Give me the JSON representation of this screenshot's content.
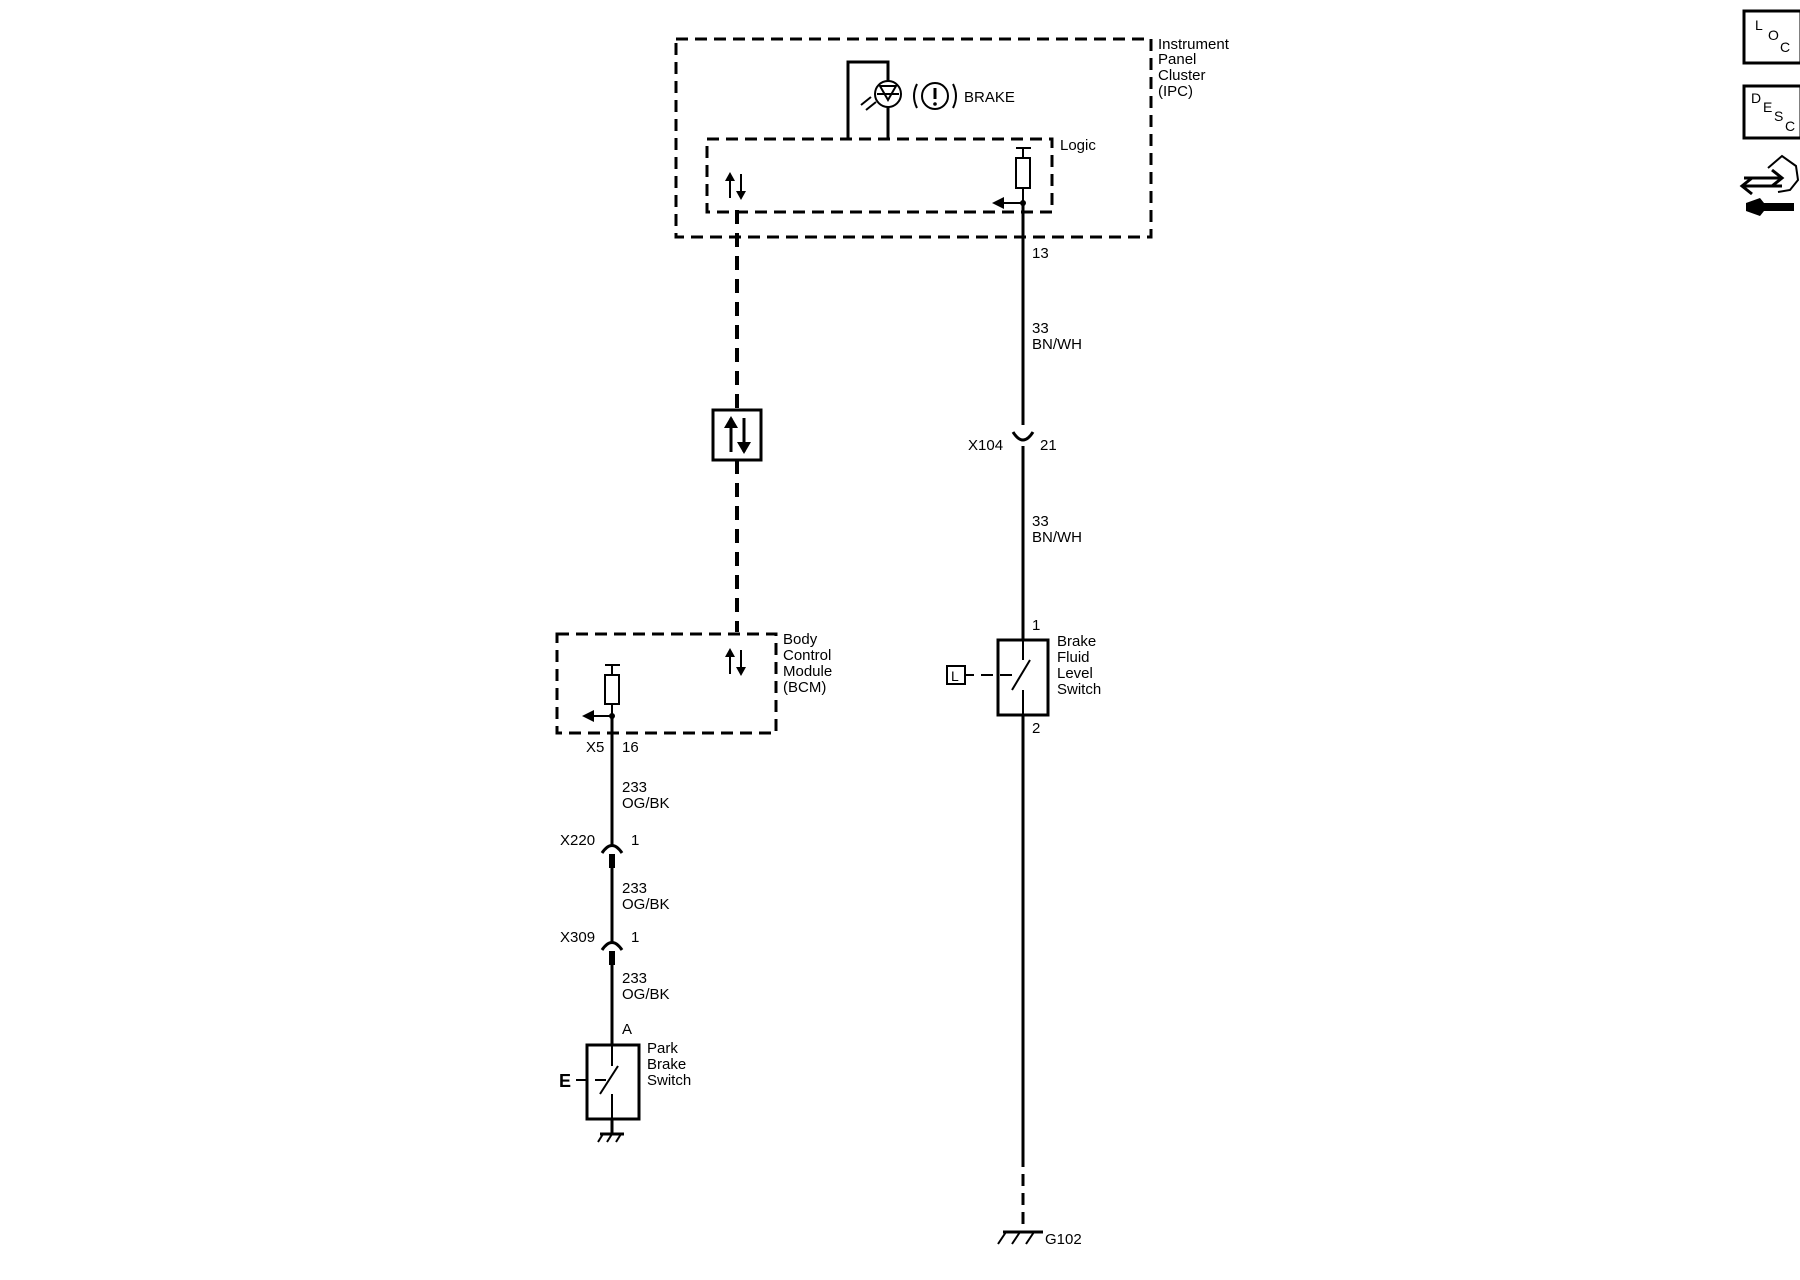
{
  "ipc": {
    "name_lines": [
      "Instrument",
      "Panel",
      "Cluster",
      "(IPC)"
    ],
    "indicator_label": "BRAKE",
    "logic_label": "Logic",
    "pin": "13"
  },
  "wire_bnwh_1": {
    "circuit": "33",
    "color": "BN/WH"
  },
  "x104": {
    "connector": "X104",
    "pin": "21"
  },
  "wire_bnwh_2": {
    "circuit": "33",
    "color": "BN/WH"
  },
  "brake_fluid_switch": {
    "name_lines": [
      "Brake",
      "Fluid",
      "Level",
      "Switch"
    ],
    "pin_top": "1",
    "pin_bottom": "2",
    "badge": "L"
  },
  "ground": {
    "label": "G102"
  },
  "bcm": {
    "name_lines": [
      "Body",
      "Control",
      "Module",
      "(BCM)"
    ],
    "connector": "X5",
    "pin": "16"
  },
  "wire_ogbk_1": {
    "circuit": "233",
    "color": "OG/BK"
  },
  "x220": {
    "connector": "X220",
    "pin": "1"
  },
  "wire_ogbk_2": {
    "circuit": "233",
    "color": "OG/BK"
  },
  "x309": {
    "connector": "X309",
    "pin": "1"
  },
  "wire_ogbk_3": {
    "circuit": "233",
    "color": "OG/BK"
  },
  "park_brake_switch": {
    "name_lines": [
      "Park",
      "Brake",
      "Switch"
    ],
    "pin": "A",
    "badge": "E"
  },
  "side_icons": {
    "loc": [
      "L",
      "O",
      "C"
    ],
    "desc": [
      "D",
      "E",
      "S",
      "C"
    ],
    "connector_icon": "connector-wrench-icon"
  }
}
